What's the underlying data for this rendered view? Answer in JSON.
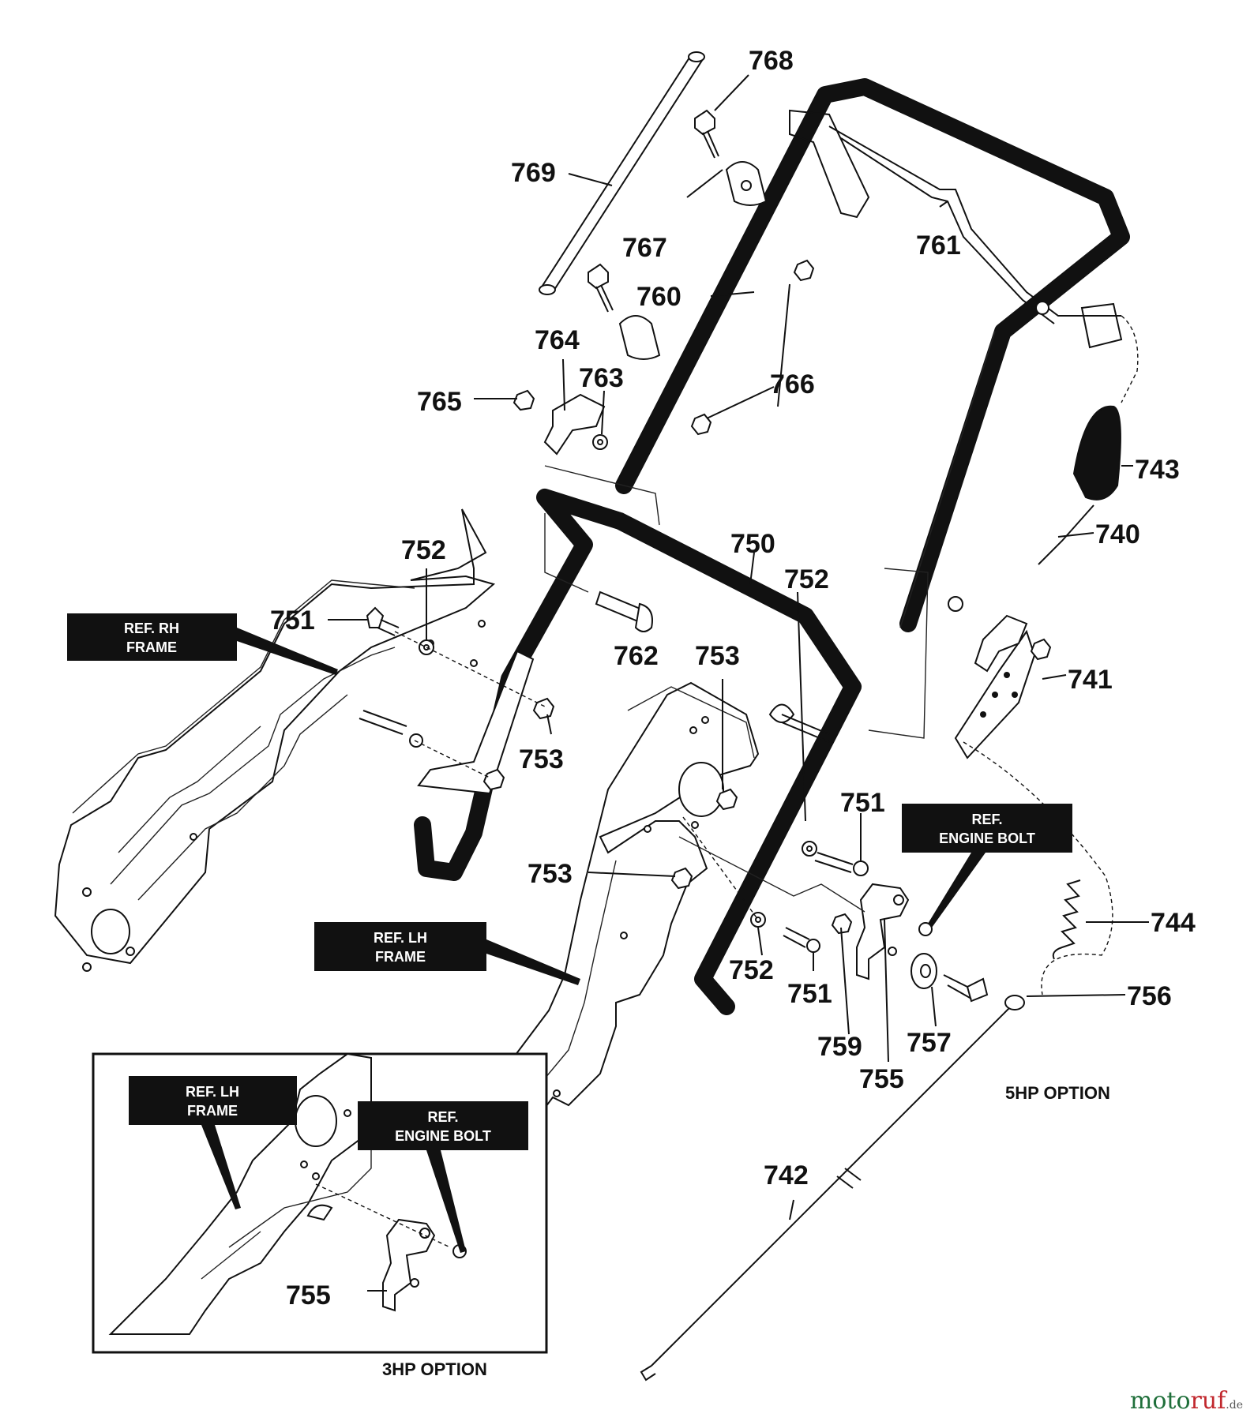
{
  "labels": {
    "p768": "768",
    "p769": "769",
    "p767": "767",
    "p761": "761",
    "p760": "760",
    "p764": "764",
    "p763": "763",
    "p765": "765",
    "p766": "766",
    "p743": "743",
    "p740": "740",
    "p750": "750",
    "p752a": "752",
    "p752b": "752",
    "p752c": "752",
    "p751a": "751",
    "p751b": "751",
    "p751c": "751",
    "p762": "762",
    "p753a": "753",
    "p753b": "753",
    "p753c": "753",
    "p741": "741",
    "p744": "744",
    "p756": "756",
    "p757": "757",
    "p759": "759",
    "p755a": "755",
    "p755b": "755",
    "p742": "742"
  },
  "callouts": {
    "ref_rh_frame": [
      "REF. RH",
      "FRAME"
    ],
    "ref_lh_frame": [
      "REF. LH",
      "FRAME"
    ],
    "ref_engine_bolt": [
      "REF.",
      "ENGINE BOLT"
    ],
    "inset_ref_lh_frame": [
      "REF. LH",
      "FRAME"
    ],
    "inset_ref_engine_bolt": [
      "REF.",
      "ENGINE BOLT"
    ]
  },
  "options": {
    "five_hp": "5HP OPTION",
    "three_hp": "3HP OPTION"
  },
  "watermark": {
    "part1": "moto",
    "part2": "ruf",
    "suffix": ".de"
  },
  "colors": {
    "line": "#111111",
    "watermark_green": "#1f6f3a",
    "watermark_red": "#c1272d"
  }
}
